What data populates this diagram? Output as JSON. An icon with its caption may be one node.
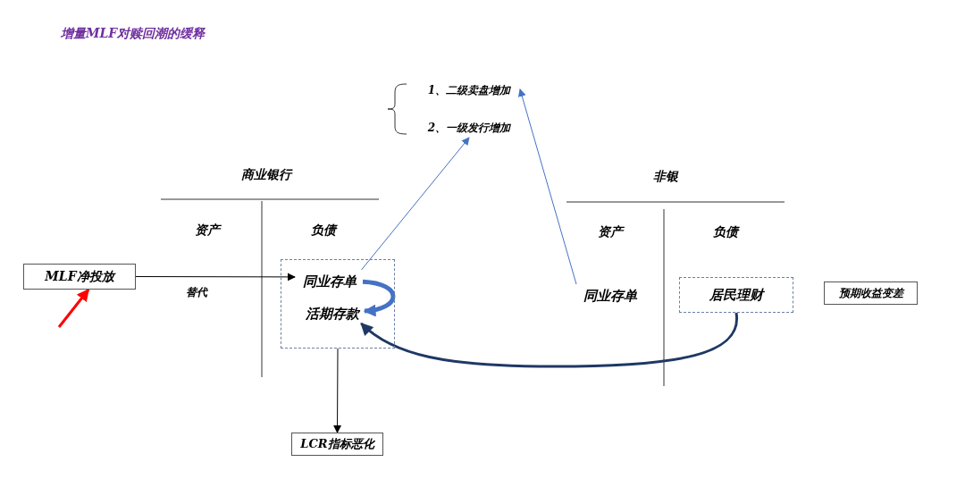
{
  "diagram": {
    "title": "增量MLF对赎回潮的缓释",
    "nodes": [
      {
        "text": [
          "MLF净投放"
        ]
      },
      {
        "text": [],
        "shape": "box"
      },
      {
        "text": [
          "同业存单"
        ],
        "in": 1
      },
      {
        "text": [
          "活期存款"
        ],
        "in": 1
      },
      {
        "text": [
          "LCR指标恶化"
        ]
      },
      {
        "text": [
          "1、二级卖盘增加"
        ]
      },
      {
        "text": [
          "2、一级发行增加"
        ]
      },
      {
        "text": [
          "同业存单"
        ]
      },
      {
        "text": [
          "居民理财"
        ]
      },
      {
        "text": [
          "预期收益变差"
        ]
      }
    ],
    "edges": [
      {
        "from": 0,
        "to": 2,
        "arrow": "to",
        "label": "替代",
        "color": "#000000"
      },
      {
        "from": 2,
        "to": 3,
        "arrow": "to",
        "style": "thick",
        "color": "#4472c4"
      },
      {
        "from": 2,
        "to": 6,
        "arrow": "to",
        "color": "#4472c4"
      },
      {
        "from": 7,
        "to": 5,
        "arrow": "to",
        "color": "#4472c4"
      },
      {
        "from": 1,
        "to": 4,
        "arrow": "to",
        "color": "#000000"
      },
      {
        "from": 8,
        "to": 3,
        "arrow": "to",
        "style": "thick",
        "color": "#1f3864"
      },
      {
        "from": null,
        "to": 0,
        "arrow": "to",
        "style": "thick",
        "color": "#ff0000"
      }
    ],
    "labels": [
      "商业银行",
      "资产",
      "负债",
      "非银",
      "资产",
      "负债"
    ]
  }
}
